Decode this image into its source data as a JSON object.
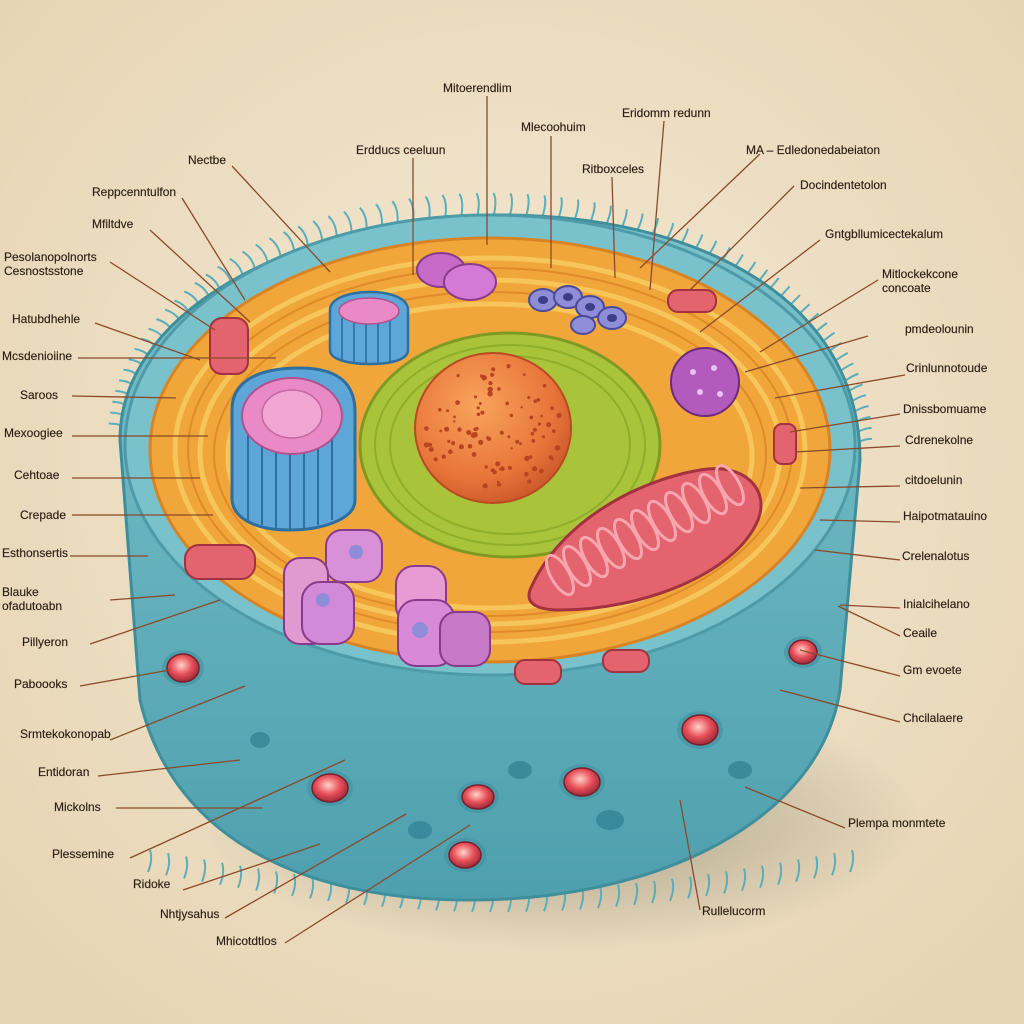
{
  "colors": {
    "background": "#efe2c8",
    "membrane": "#6cb9c4",
    "cytoplasm": "#f0a63a",
    "nucleus": "#ee7b3c",
    "nuclear_envelope": "#a9c43a",
    "golgi": "#5fa6d8",
    "mitochondrion": "#e3636f",
    "vesicle": "#e5505b",
    "leader_line": "#8a4a2a"
  },
  "labels": [
    {
      "id": "l01",
      "text": "Mitoerendlim"
    },
    {
      "id": "l02",
      "text": "Eridomm redunn"
    },
    {
      "id": "l03",
      "text": "Mlecoohuim"
    },
    {
      "id": "l04",
      "text": "Erdducs ceeluun"
    },
    {
      "id": "l05",
      "text": "MA – Edledonedabeiaton"
    },
    {
      "id": "l06",
      "text": "Nectbe"
    },
    {
      "id": "l07",
      "text": "Ritboxceles"
    },
    {
      "id": "l08",
      "text": "Docindentetolon"
    },
    {
      "id": "l09",
      "text": "Reppcenntulfon"
    },
    {
      "id": "l10",
      "text": "Mfiltdve"
    },
    {
      "id": "l11",
      "text": "Gntgbllumicectekalum"
    },
    {
      "id": "l12",
      "text": "Pesolanopolnorts\nCesnostsstone"
    },
    {
      "id": "l13",
      "text": "Mitlockekcone\nconcoate"
    },
    {
      "id": "l14",
      "text": "Hatubdhehle"
    },
    {
      "id": "l15",
      "text": "pmdeolounin"
    },
    {
      "id": "l16",
      "text": "Mcsdenioiine"
    },
    {
      "id": "l17",
      "text": "Crinlunnotoude"
    },
    {
      "id": "l18",
      "text": "Saroos"
    },
    {
      "id": "l19",
      "text": "Dnissbomuame"
    },
    {
      "id": "l20",
      "text": "Mexoogiee"
    },
    {
      "id": "l21",
      "text": "Cdrenekolne"
    },
    {
      "id": "l22",
      "text": "Cehtoae"
    },
    {
      "id": "l23",
      "text": "citdoelunin"
    },
    {
      "id": "l24",
      "text": "Crepade"
    },
    {
      "id": "l25",
      "text": "Haipotmatauino"
    },
    {
      "id": "l26",
      "text": "Esthonsertis"
    },
    {
      "id": "l27",
      "text": "Crelenalotus"
    },
    {
      "id": "l28",
      "text": "Blauke\nofadutoabn"
    },
    {
      "id": "l29",
      "text": "Inialcihelano"
    },
    {
      "id": "l30",
      "text": "Ceaile"
    },
    {
      "id": "l31",
      "text": "Pillyeron"
    },
    {
      "id": "l32",
      "text": "Gm evoete"
    },
    {
      "id": "l33",
      "text": "Paboooks"
    },
    {
      "id": "l34",
      "text": "Chcilalaere"
    },
    {
      "id": "l35",
      "text": "Srmtekokonopab"
    },
    {
      "id": "l36",
      "text": "Entidoran"
    },
    {
      "id": "l37",
      "text": "Plempa monmtete"
    },
    {
      "id": "l38",
      "text": "Mickolns"
    },
    {
      "id": "l39",
      "text": "Plessemine"
    },
    {
      "id": "l40",
      "text": "Ridoke"
    },
    {
      "id": "l41",
      "text": "Rullelucorm"
    },
    {
      "id": "l42",
      "text": "Nhtjysahus"
    },
    {
      "id": "l43",
      "text": "Mhicotdtlos"
    }
  ]
}
